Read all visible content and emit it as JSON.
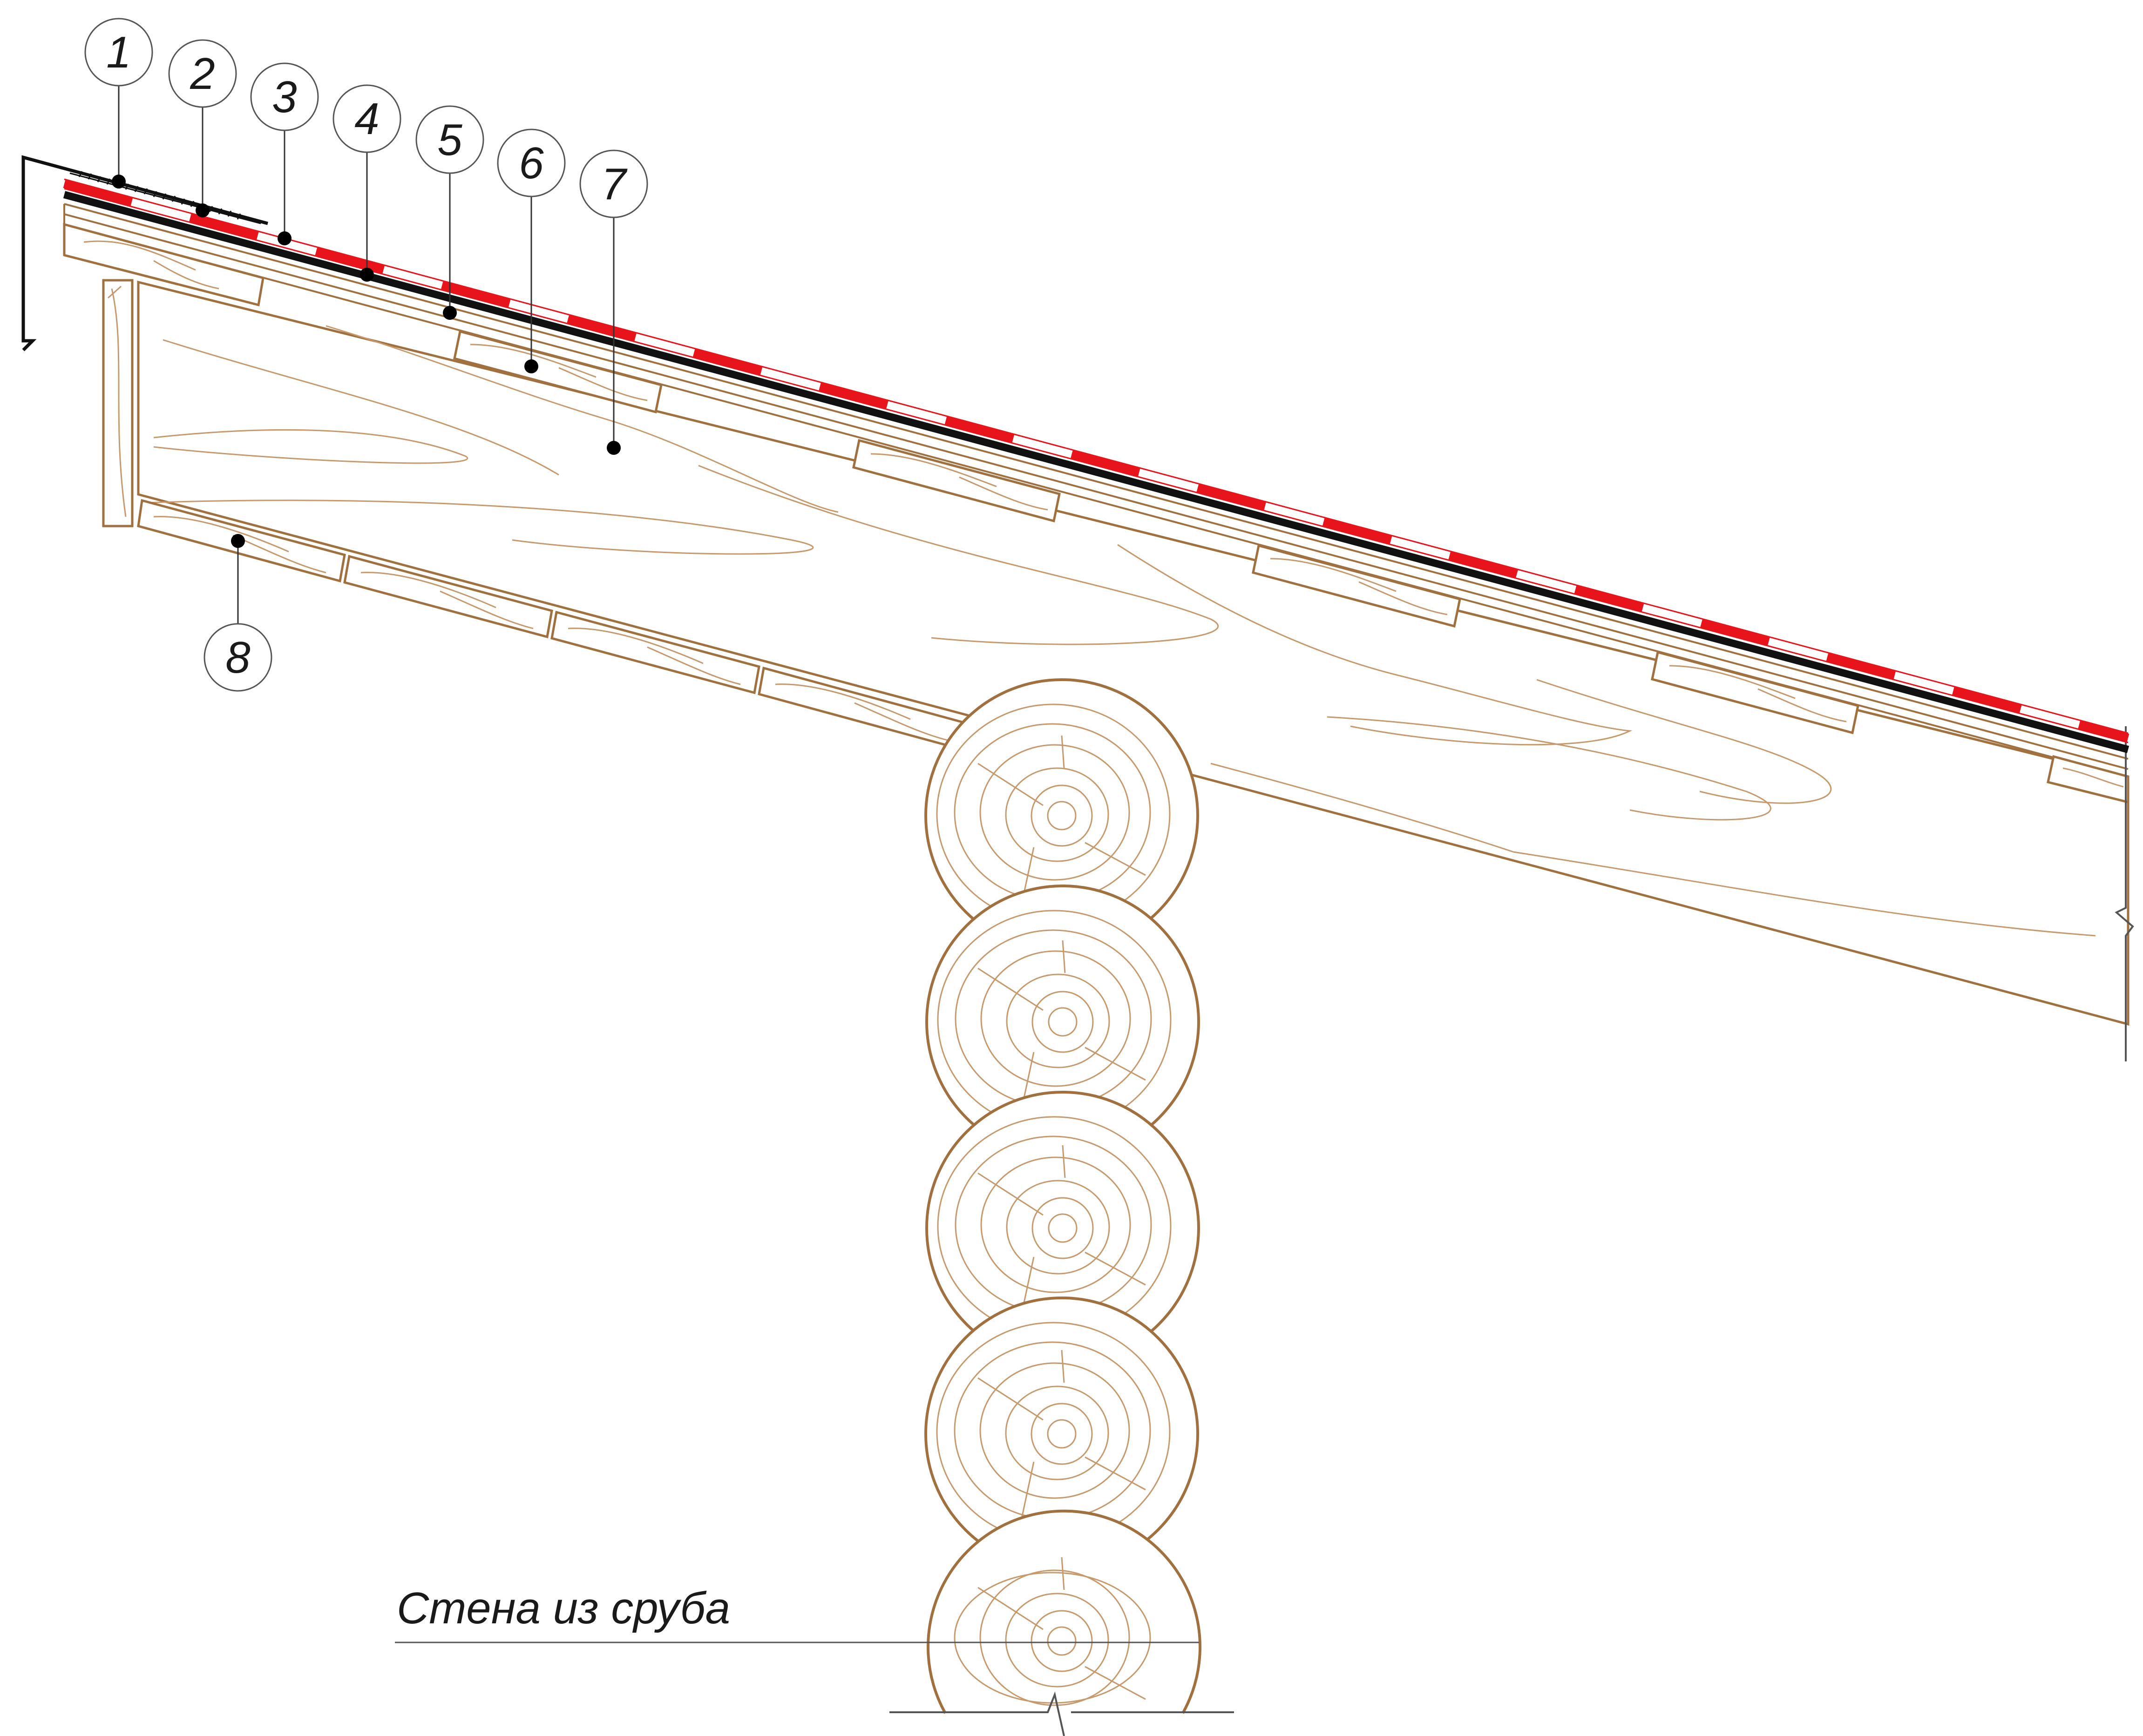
{
  "diagram": {
    "callouts": [
      {
        "label": "1"
      },
      {
        "label": "2"
      },
      {
        "label": "3"
      },
      {
        "label": "4"
      },
      {
        "label": "5"
      },
      {
        "label": "6"
      },
      {
        "label": "7"
      },
      {
        "label": "8"
      }
    ],
    "wall_label": "Стена из сруба"
  },
  "colors": {
    "wood_line": "#a0703f",
    "wood_grain": "#c79a6e",
    "membrane_red": "#e8141b",
    "ink": "#111111"
  }
}
